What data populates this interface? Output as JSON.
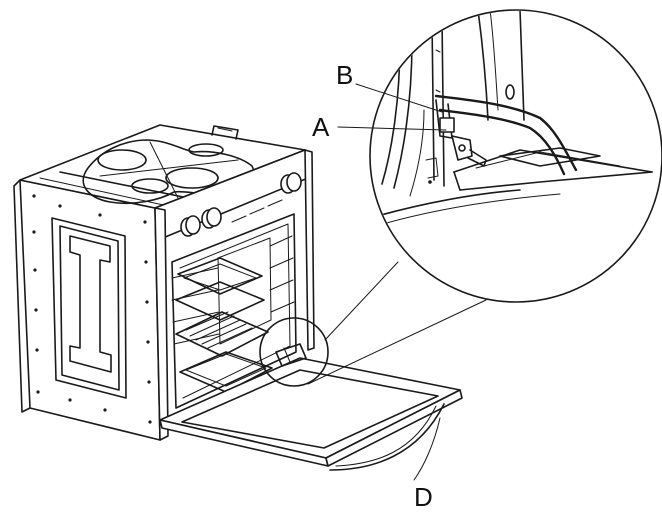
{
  "callouts": {
    "a": "A",
    "b": "B",
    "d": "D"
  }
}
